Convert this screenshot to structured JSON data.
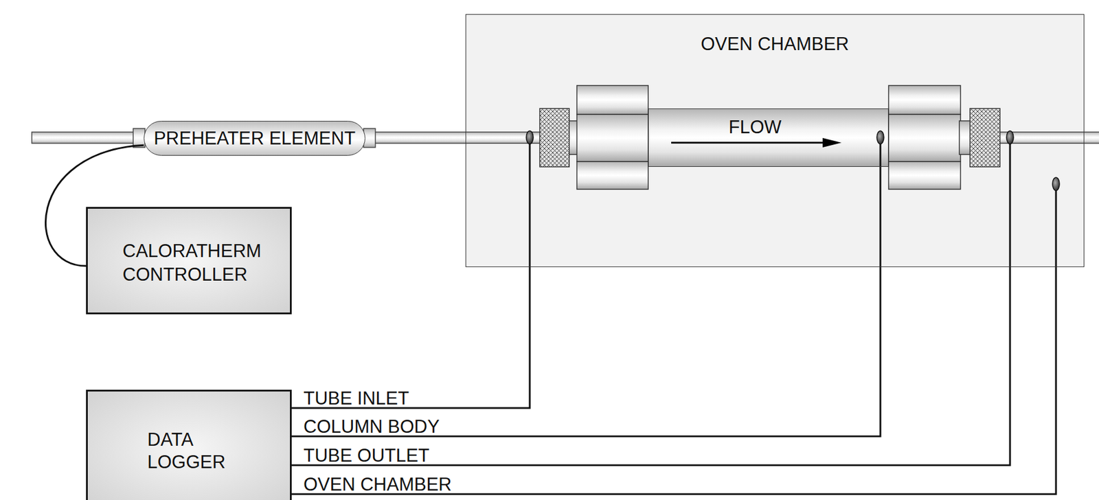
{
  "diagram": {
    "nodes": [
      {
        "text": [
          "OVEN CHAMBER"
        ]
      },
      {
        "text": [
          "FLOW"
        ],
        "in": 0
      },
      {
        "text": [
          "PREHEATER ELEMENT"
        ]
      },
      {
        "text": [
          "CALORATHERM CONTROLLER"
        ]
      },
      {
        "text": [
          "DATA LOGGER"
        ]
      }
    ],
    "edges": [
      {
        "from": 3,
        "to": 2,
        "arrow": "none"
      }
    ],
    "labels": [
      "TUBE INLET",
      "COLUMN BODY",
      "TUBE OUTLET",
      "OVEN CHAMBER"
    ]
  }
}
